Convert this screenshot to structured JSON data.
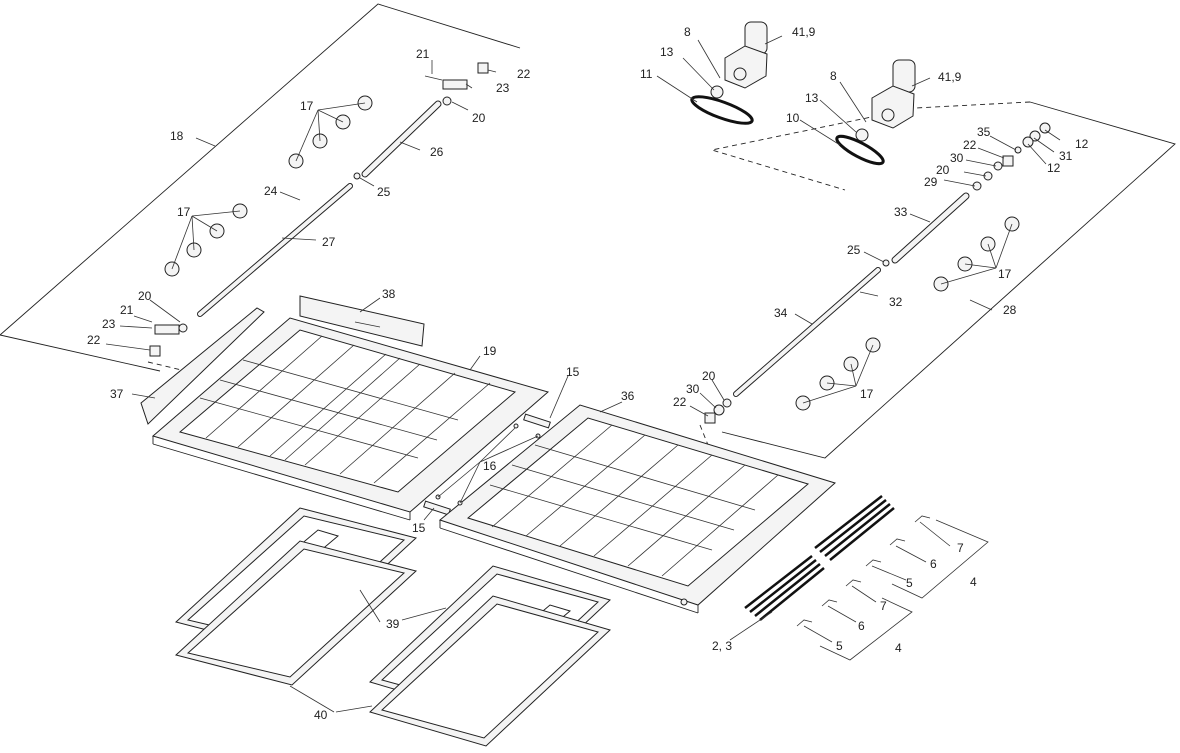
{
  "labels": {
    "l8a": "8",
    "l41a": "41,9",
    "l13a": "13",
    "l11": "11",
    "l8b": "8",
    "l41b": "41,9",
    "l13b": "13",
    "l10": "10",
    "l21a": "21",
    "l22a": "22",
    "l23a": "23",
    "l20a": "20",
    "l17a": "17",
    "l18": "18",
    "l26": "26",
    "l24": "24",
    "l25a": "25",
    "l17b": "17",
    "l27": "27",
    "l20b": "20",
    "l21b": "21",
    "l23b": "23",
    "l22b": "22",
    "l38": "38",
    "l19": "19",
    "l37": "37",
    "l15a": "15",
    "l16": "16",
    "l15b": "15",
    "l36": "36",
    "l35": "35",
    "l12a": "12",
    "l22c": "22",
    "l31": "31",
    "l30a": "30",
    "l12b": "12",
    "l20c": "20",
    "l29": "29",
    "l33": "33",
    "l25b": "25",
    "l17c": "17",
    "l32": "32",
    "l34": "34",
    "l28": "28",
    "l17d": "17",
    "l20d": "20",
    "l30b": "30",
    "l22d": "22",
    "l39": "39",
    "l40": "40",
    "l7a": "7",
    "l6a": "6",
    "l5a": "5",
    "l4a": "4",
    "l7b": "7",
    "l6b": "6",
    "l5b": "5",
    "l4b": "4",
    "l23c": "2, 3"
  }
}
